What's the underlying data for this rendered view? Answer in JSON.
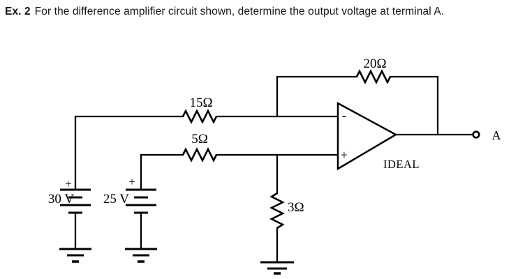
{
  "title": {
    "prefix": "Ex. 2",
    "text": "For the difference amplifier circuit shown, determine the output voltage at terminal A."
  },
  "circuit": {
    "resistors": {
      "feedback": "20Ω",
      "inverting_input": "15Ω",
      "noninverting_input": "5Ω",
      "ground": "3Ω"
    },
    "sources": {
      "v1": {
        "label": "30 V",
        "polarity": "+"
      },
      "v2": {
        "label": "25 V",
        "polarity": "+"
      }
    },
    "opamp": {
      "inverting_sign": "-",
      "noninverting_sign": "+",
      "label": "IDEAL"
    },
    "output": {
      "terminal": "A"
    }
  },
  "colors": {
    "ink": "#000000",
    "background": "#ffffff"
  }
}
